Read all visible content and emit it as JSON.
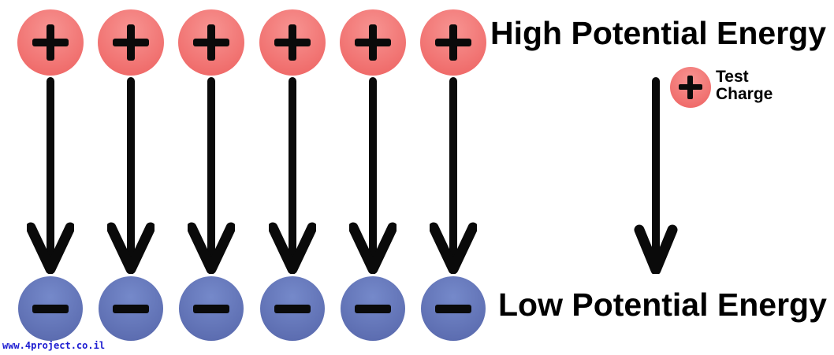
{
  "labels": {
    "high_potential": "High Potential Energy",
    "low_potential": "Low Potential Energy",
    "test_charge": "Test Charge"
  },
  "diagram": {
    "column_count": 6,
    "positive_charge_count": 6,
    "negative_charge_count": 6,
    "positive_charge_symbol": "+",
    "negative_charge_symbol": "−",
    "arrow_direction": "down",
    "field_arrow_count": 7
  },
  "watermark": {
    "text": "www.4project.co.il"
  },
  "colors": {
    "positive_charge_light": "#f79492",
    "positive_charge_dark": "#ee6362",
    "negative_charge_light": "#7589ca",
    "negative_charge_dark": "#5767ab",
    "symbol_color": "#0a0a0a",
    "arrow_color": "#0a0a0a",
    "text_color": "#000000",
    "watermark_color": "#1c1cd1"
  }
}
